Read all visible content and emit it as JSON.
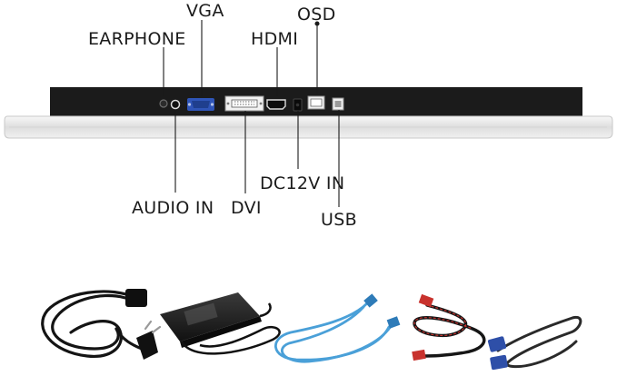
{
  "labels": {
    "vga": "VGA",
    "osd": "OSD",
    "earphone": "EARPHONE",
    "hdmi": "HDMI",
    "dc12v_in": "DC12V IN",
    "audio_in": "AUDIO IN",
    "dvi": "DVI",
    "usb": "USB"
  },
  "colors": {
    "panel_back": "#1a1a1a",
    "bezel": "#e6e6e6",
    "vga_port": "#2f55b8",
    "usb_cable": "#4aa0d8",
    "hdmi_cable_accent": "#c8322d",
    "vga_cable_connector": "#2e4fa8"
  },
  "accessories": [
    {
      "icon": "power-cord-icon"
    },
    {
      "icon": "power-adapter-icon"
    },
    {
      "icon": "usb-cable-icon"
    },
    {
      "icon": "hdmi-cable-icon"
    },
    {
      "icon": "vga-cable-icon"
    }
  ]
}
